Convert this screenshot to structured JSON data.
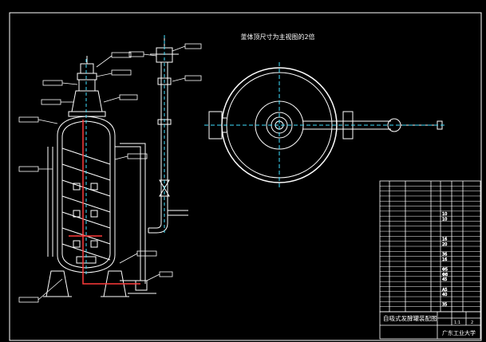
{
  "drawing": {
    "note_top_view": "釜体顶尺寸为主视图的2倍",
    "title_block": {
      "drawing_name": "自吸式发酵罐装配图",
      "school": "广东工业大学",
      "scale_1": "1:1",
      "scale_2": "2"
    },
    "bom_values": [
      "10",
      "10",
      "16",
      "20",
      "36",
      "16",
      "Φ5",
      "Φ8",
      "45",
      "A5",
      "40",
      "35"
    ]
  },
  "colors": {
    "background": "#000000",
    "outline": "#ffffff",
    "pipe_red": "#ff3b3b",
    "dash_cyan": "#40e0ff",
    "accent_yellow": "#ffff40",
    "accent_green": "#40ff40"
  }
}
